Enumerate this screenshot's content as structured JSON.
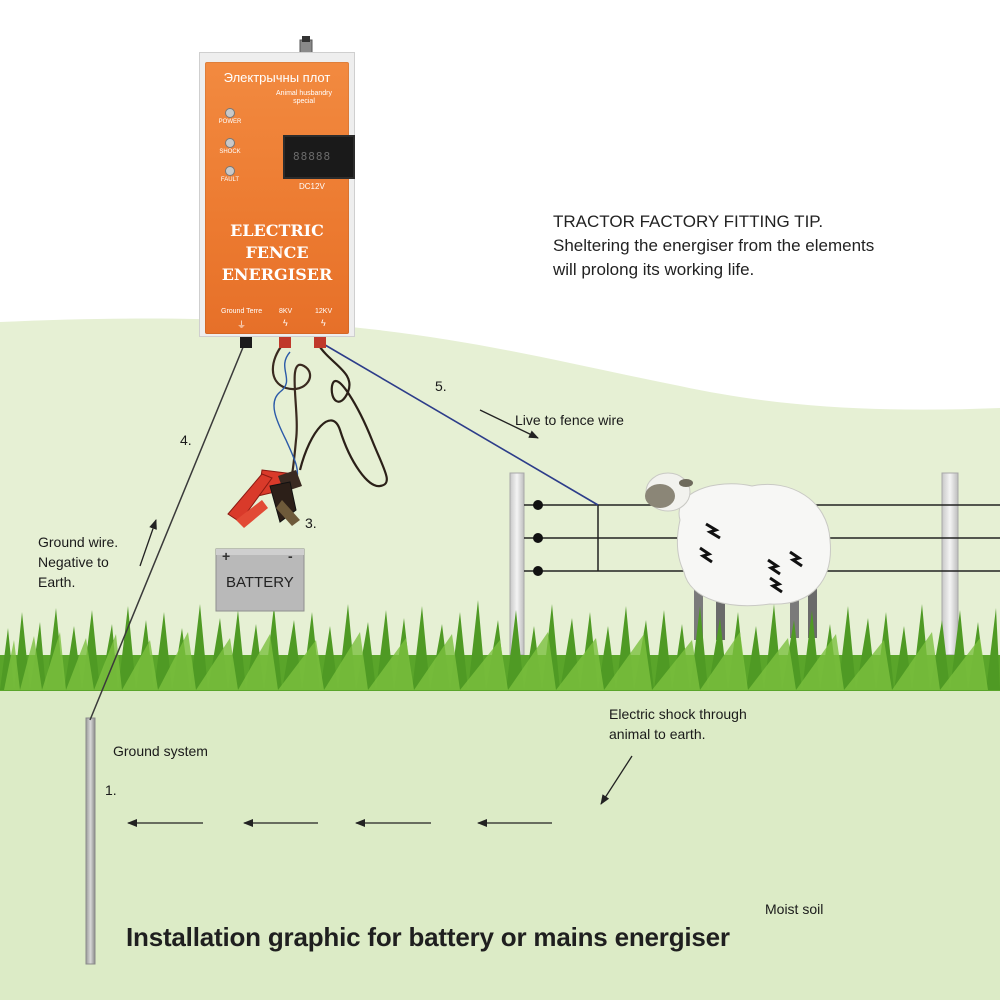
{
  "tip": {
    "line1": "TRACTOR FACTORY FITTING TIP.",
    "line2": "Sheltering the energiser from the elements",
    "line3": "will prolong its working life."
  },
  "energiser": {
    "title": "Электрычны плот",
    "subtitle": "Animal husbandry special",
    "indicators": [
      "POWER",
      "SHOCK",
      "FAULT"
    ],
    "display_digits": "88888",
    "voltage": "DC12V",
    "name_line1": "ELECTRIC FENCE",
    "name_line2": "ENERGISER",
    "terminals": [
      "Ground Terre",
      "8KV",
      "12KV"
    ],
    "terminal_symbols": [
      "⏚",
      "ϟ",
      "ϟ"
    ]
  },
  "battery": {
    "label": "BATTERY",
    "plus": "+",
    "minus": "-"
  },
  "labels": {
    "step1": "1.",
    "step3": "3.",
    "step4": "4.",
    "step5": "5.",
    "ground_wire_1": "Ground wire.",
    "ground_wire_2": "Negative to",
    "ground_wire_3": "Earth.",
    "live_wire": "Live to fence wire",
    "ground_system": "Ground system",
    "shock_1": "Electric shock through",
    "shock_2": "animal to earth.",
    "moist_soil": "Moist soil"
  },
  "caption": "Installation graphic for battery or mains energiser",
  "colors": {
    "sky": "#ffffff",
    "hill": "#e6f0d4",
    "soil": "#dcebc6",
    "grass": "#5aa52a",
    "energiser": "#ec7a30",
    "wire": "#3a3a3a"
  }
}
